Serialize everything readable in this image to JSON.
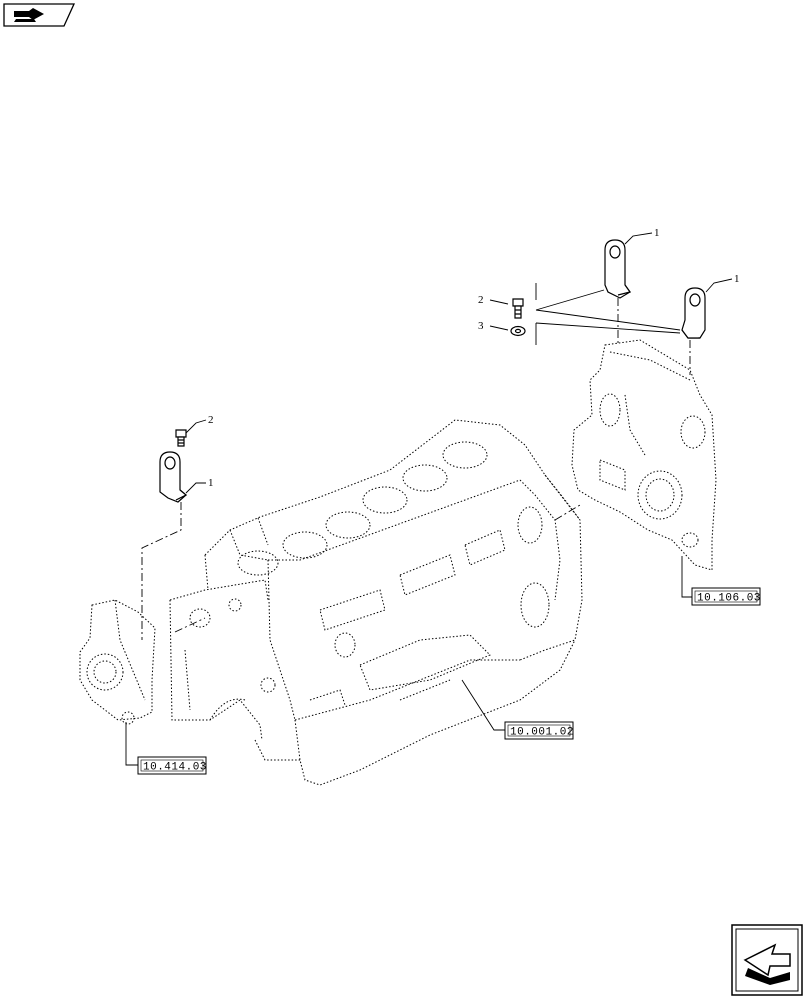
{
  "diagram": {
    "references": [
      {
        "id": "ref-block",
        "label": "10.001.02"
      },
      {
        "id": "ref-front-cover",
        "label": "10.106.03"
      },
      {
        "id": "ref-rear-housing",
        "label": "10.414.03"
      }
    ],
    "callouts": [
      {
        "id": "callout-rear-eye-1",
        "number": "1"
      },
      {
        "id": "callout-front-eye-1a",
        "number": "1"
      },
      {
        "id": "callout-front-eye-1b",
        "number": "1"
      },
      {
        "id": "callout-rear-screw-2",
        "number": "2"
      },
      {
        "id": "callout-front-screw-2",
        "number": "2"
      },
      {
        "id": "callout-front-washer-3",
        "number": "3"
      }
    ],
    "icons": {
      "top_left": "book-arrow-icon",
      "bottom_right": "next-page-arrow-icon"
    },
    "line_color": "#000000",
    "background_color": "#ffffff"
  }
}
